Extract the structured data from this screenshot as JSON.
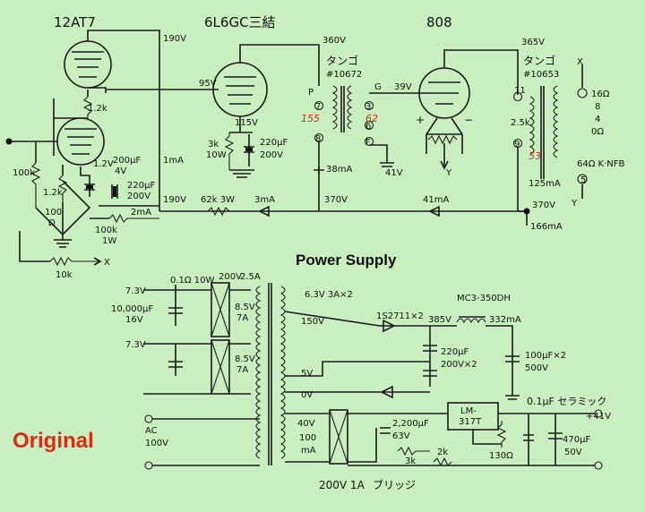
{
  "tubes": {
    "t1": "12AT7",
    "t2": "6L6GC三結",
    "t3": "808"
  },
  "titles": {
    "power_supply": "Power Supply",
    "original": "Original"
  },
  "preamp": {
    "v190a": "190V",
    "r1k2a": "1.2k",
    "r100k": "100k",
    "r1k2b": "1.2k",
    "v1_2": "1.2V",
    "c200": "200μF",
    "c200v": "4V",
    "i1ma": "1mA",
    "r100": "100",
    "ohm": "Ω",
    "c220": "220μF",
    "c220v": "200V",
    "i2ma": "2mA",
    "r100k1w": "100k",
    "w1w": "1W",
    "v190b": "190V",
    "r62k": "62k 3W",
    "i3ma": "3mA",
    "x": "X",
    "r10k": "10k"
  },
  "output6l6": {
    "v360": "360V",
    "v95": "95V",
    "v115": "115V",
    "r3k": "3k",
    "w10w": "10W",
    "c220": "220μF",
    "c200v": "200V"
  },
  "tango1": {
    "name": "タンゴ",
    "model": "#10672",
    "p": "P",
    "g": "G",
    "n7": "7",
    "n3": "3",
    "n8": "8",
    "n6": "6",
    "f": "F",
    "v39": "39V",
    "i38": "38mA",
    "v370": "370V",
    "v41": "41V",
    "i41": "41mA",
    "red155": "155",
    "red62": "62"
  },
  "output808": {
    "v365": "365V",
    "plus": "+",
    "minus": "−",
    "y": "Y"
  },
  "tango2": {
    "name": "タンゴ",
    "model": "#10653",
    "x": "X",
    "n11": "11",
    "r16": "16Ω",
    "r8": "8",
    "r4": "4",
    "r0": "0Ω",
    "r25k": "2.5k",
    "n9": "9",
    "red53": "53",
    "nfb": "64Ω K·NFB",
    "i125": "125mA",
    "v370": "370V",
    "i166": "166mA",
    "n5": "5",
    "y": "Y"
  },
  "ps": {
    "v73a": "7.3V",
    "r01": "0.1Ω 10W",
    "v200": "200V",
    "a25": "2.5A",
    "c10000": "10,000μF",
    "v16": "16V",
    "v85a": "8.5V",
    "a7a": "7A",
    "v73b": "7.3V",
    "v85b": "8.5V",
    "a7b": "7A",
    "sec63": "6.3V 3A×2",
    "sec150": "150V",
    "sec5": "5V",
    "sec0": "0V",
    "diode": "1S2711×2",
    "choke": "MC3-350DH",
    "v385": "385V",
    "v332": "332mA",
    "c220": "220μF",
    "c200x2": "200V×2",
    "c100x2": "100μF×2",
    "v500": "500V",
    "ac": "AC",
    "v100": "100V",
    "sec40": "40V",
    "ma100": "100",
    "ma": "mA",
    "c2200": "2,200μF",
    "v63": "63V",
    "reg": "LM-",
    "reg2": "317T",
    "r3k": "3k",
    "r2k": "2k",
    "r130": "130Ω",
    "cer": "0.1μF セラミック",
    "out41": "+41V",
    "c470": "470μF",
    "v50": "50V",
    "bridge": "200V 1A",
    "bridge_jp": "ブリッジ"
  }
}
